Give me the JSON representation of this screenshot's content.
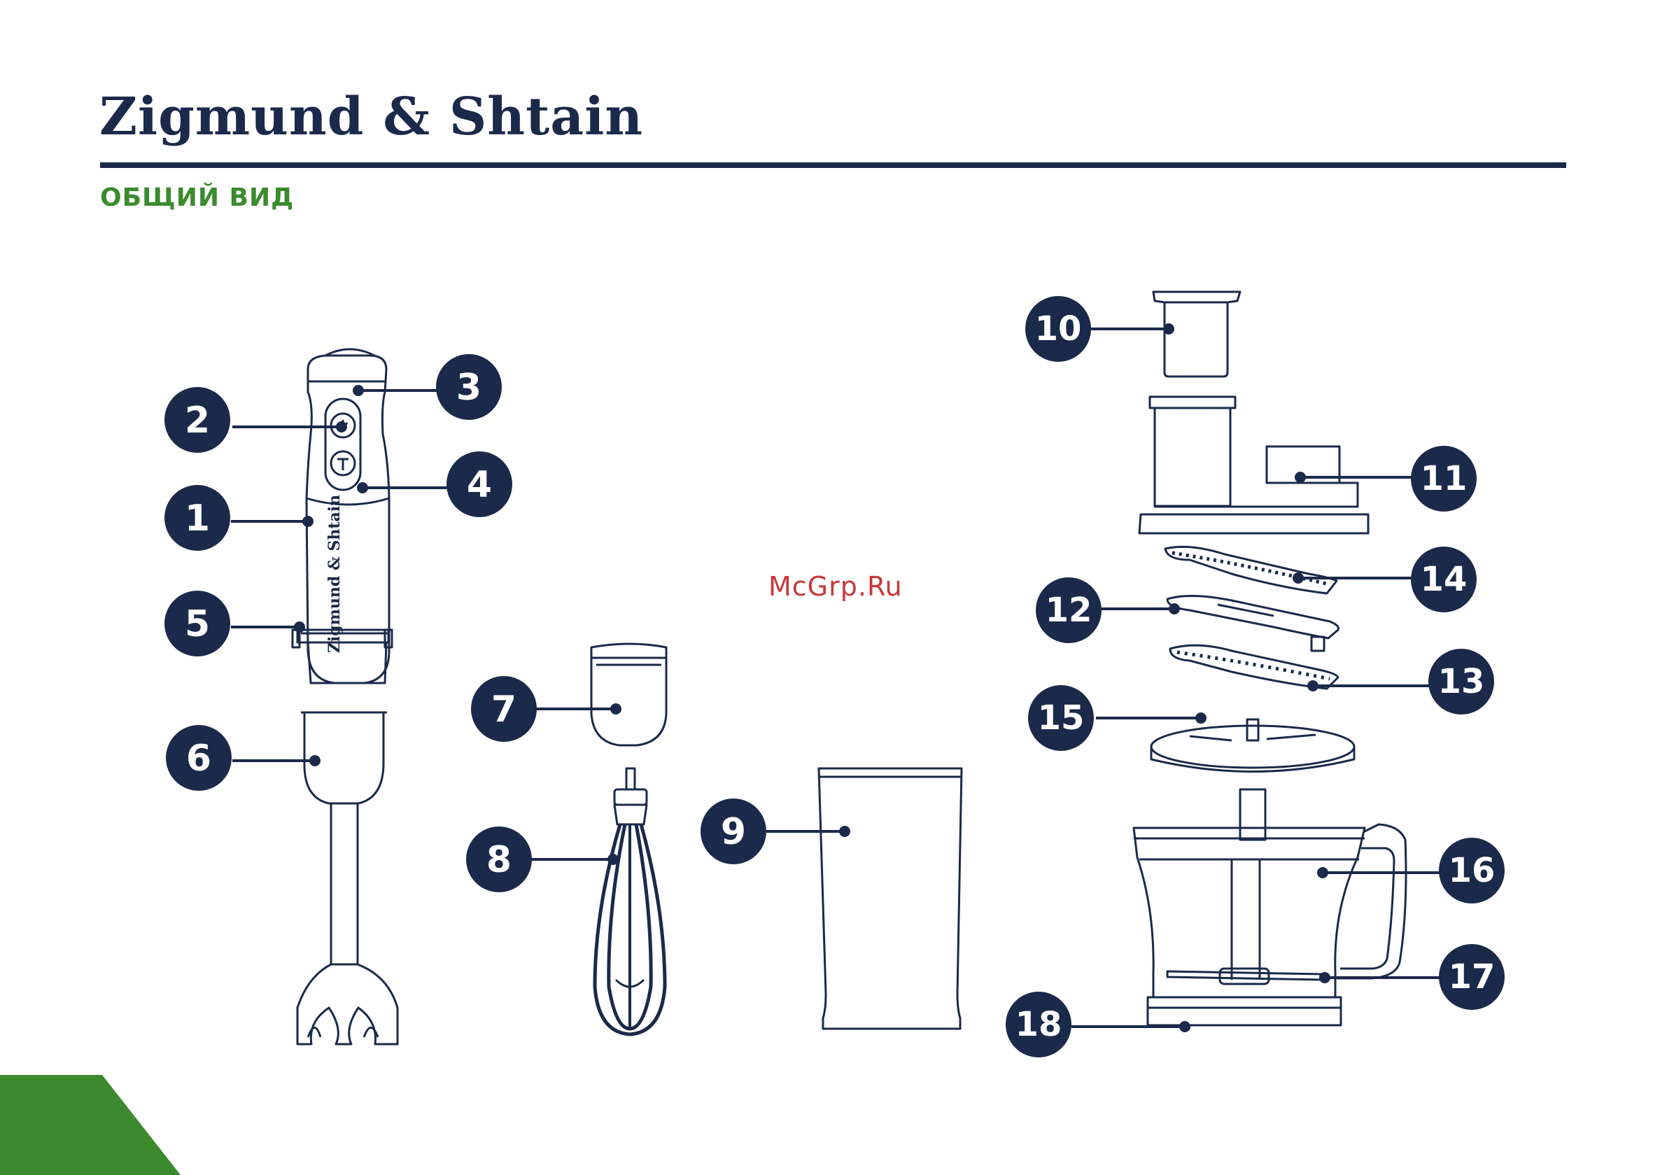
{
  "header": {
    "brand": "Zigmund & Shtain",
    "section_title": "ОБЩИЙ ВИД"
  },
  "watermark": "McGrp.Ru",
  "device_label": "Zigmund & Shtain",
  "callouts": [
    "1",
    "2",
    "3",
    "4",
    "5",
    "6",
    "7",
    "8",
    "9",
    "10",
    "11",
    "12",
    "13",
    "14",
    "15",
    "16",
    "17",
    "18"
  ],
  "colors": {
    "navy": "#1b2a4a",
    "green": "#3c8a2e",
    "watermark_red": "#c8383b"
  }
}
